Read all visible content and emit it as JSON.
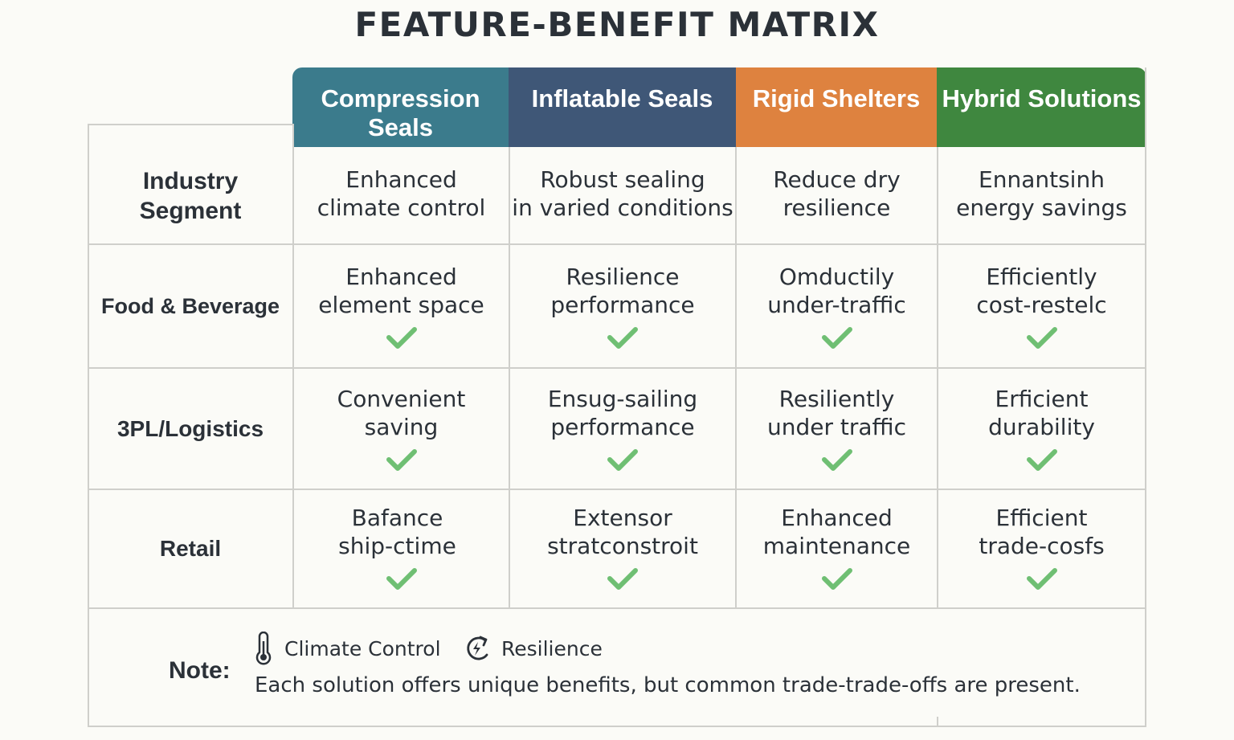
{
  "title": "FEATURE-BENEFIT MATRIX",
  "columns": [
    {
      "label": "Compression\nSeals",
      "color": "#3b7b8c"
    },
    {
      "label": "Inflatable Seals",
      "color": "#3f5777"
    },
    {
      "label": "Rigid Shelters",
      "color": "#de823f"
    },
    {
      "label": "Hybrid Solutions",
      "color": "#3f873f"
    }
  ],
  "rows": [
    {
      "label": "Industry\nSegment",
      "cells": [
        {
          "text": "Enhanced\nclimate control",
          "check": false
        },
        {
          "text": "Robust sealing\nin varied conditions",
          "check": false
        },
        {
          "text": "Reduce dry\nresilience",
          "check": false
        },
        {
          "text": "Ennantsinh\nenergy savings",
          "check": false
        }
      ]
    },
    {
      "label": "Food & Beverage",
      "cells": [
        {
          "text": "Enhanced\nelement space",
          "check": true
        },
        {
          "text": "Resilience\nperformance",
          "check": true
        },
        {
          "text": "Omductily\nunder-traffic",
          "check": true
        },
        {
          "text": "Efficiently\ncost-restelc",
          "check": true
        }
      ]
    },
    {
      "label": "3PL/Logistics",
      "cells": [
        {
          "text": "Convenient\nsaving",
          "check": true
        },
        {
          "text": "Ensug-sailing\nperformance",
          "check": true
        },
        {
          "text": "Resiliently\nunder traffic",
          "check": true
        },
        {
          "text": "Erficient\ndurability",
          "check": true
        }
      ]
    },
    {
      "label": "Retail",
      "cells": [
        {
          "text": "Bafance\nship-ctime",
          "check": true
        },
        {
          "text": "Extensor\nstratconstroit",
          "check": true
        },
        {
          "text": "Enhanced\nmaintenance",
          "check": true
        },
        {
          "text": "Efficient\ntrade-cosfs",
          "check": true
        }
      ]
    }
  ],
  "note": {
    "label": "Note:",
    "legend": [
      {
        "icon": "thermometer-icon",
        "label": "Climate Control"
      },
      {
        "icon": "cycle-lightning-icon",
        "label": "Resilience"
      }
    ],
    "text": "Each solution offers unique benefits, but common trade-trade-offs are present."
  },
  "check_color": "#6fbf73"
}
